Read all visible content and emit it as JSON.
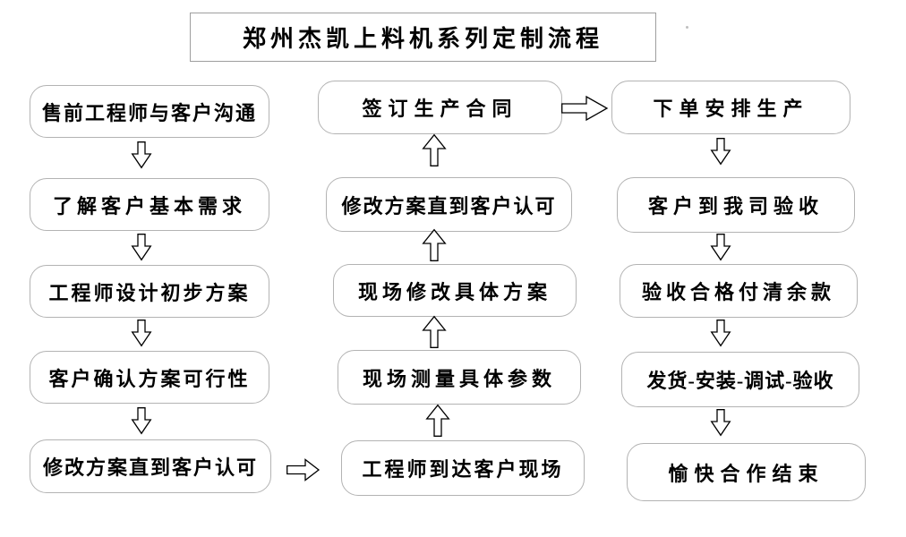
{
  "title": "郑州杰凯上料机系列定制流程",
  "colors": {
    "box_border": "#b3b3b3",
    "title_border": "#9e9e9e",
    "text": "#000000",
    "arrow_outline": "#000000",
    "background": "#ffffff"
  },
  "flow": {
    "left_column": {
      "direction": "top-to-bottom",
      "items": [
        "售前工程师与客户沟通",
        "了解客户基本需求",
        "工程师设计初步方案",
        "客户确认方案可行性",
        "修改方案直到客户认可"
      ]
    },
    "middle_column": {
      "direction": "bottom-to-top",
      "items": [
        "签订生产合同",
        "修改方案直到客户认可",
        "现场修改具体方案",
        "现场测量具体参数",
        "工程师到达客户现场"
      ]
    },
    "right_column": {
      "direction": "top-to-bottom",
      "items": [
        "下单安排生产",
        "客户到我司验收",
        "验收合格付清余款",
        "发货-安装-调试-验收",
        "愉快合作结束"
      ]
    },
    "connections": [
      {
        "from": "售前工程师与客户沟通",
        "to": "了解客户基本需求",
        "direction": "down"
      },
      {
        "from": "了解客户基本需求",
        "to": "工程师设计初步方案",
        "direction": "down"
      },
      {
        "from": "工程师设计初步方案",
        "to": "客户确认方案可行性",
        "direction": "down"
      },
      {
        "from": "客户确认方案可行性",
        "to": "修改方案直到客户认可",
        "direction": "down"
      },
      {
        "from": "修改方案直到客户认可",
        "to": "工程师到达客户现场",
        "direction": "right"
      },
      {
        "from": "工程师到达客户现场",
        "to": "现场测量具体参数",
        "direction": "up"
      },
      {
        "from": "现场测量具体参数",
        "to": "现场修改具体方案",
        "direction": "up"
      },
      {
        "from": "现场修改具体方案",
        "to": "修改方案直到客户认可",
        "direction": "up"
      },
      {
        "from": "修改方案直到客户认可",
        "to": "签订生产合同",
        "direction": "up"
      },
      {
        "from": "签订生产合同",
        "to": "下单安排生产",
        "direction": "right"
      },
      {
        "from": "下单安排生产",
        "to": "客户到我司验收",
        "direction": "down"
      },
      {
        "from": "客户到我司验收",
        "to": "验收合格付清余款",
        "direction": "down"
      },
      {
        "from": "验收合格付清余款",
        "to": "发货-安装-调试-验收",
        "direction": "down"
      },
      {
        "from": "发货-安装-调试-验收",
        "to": "愉快合作结束",
        "direction": "down"
      }
    ]
  }
}
